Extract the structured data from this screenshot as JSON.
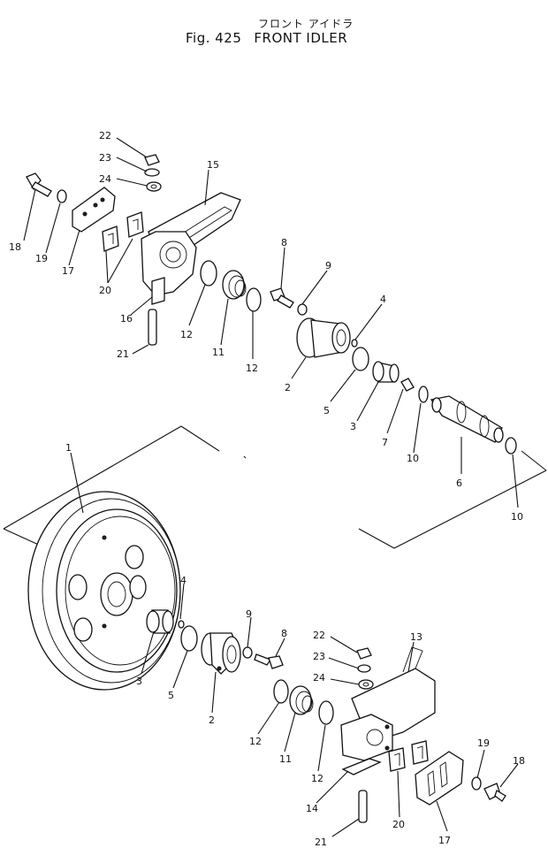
{
  "header": {
    "title_jp": "フロント アイドラ",
    "fig_label": "Fig. 425",
    "fig_name": "FRONT IDLER"
  },
  "callouts": [
    "1",
    "2",
    "3",
    "4",
    "5",
    "6",
    "7",
    "8",
    "9",
    "10",
    "11",
    "12",
    "13",
    "14",
    "15",
    "16",
    "17",
    "18",
    "19",
    "20",
    "21",
    "22",
    "23",
    "24"
  ]
}
